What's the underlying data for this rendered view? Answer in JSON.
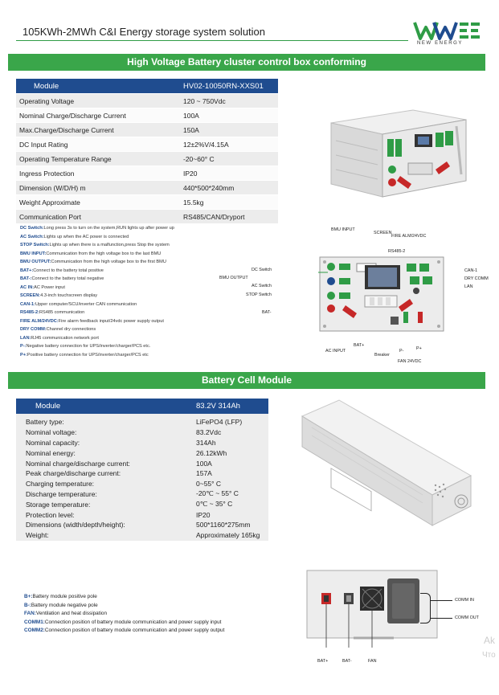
{
  "header": {
    "title": "105KWh-2MWh C&I Energy storage system solution",
    "logo_sub": "NEW ENERGY"
  },
  "section1": {
    "banner": "High Voltage Battery cluster control box conforming",
    "table": {
      "head": [
        "Module",
        "HV02-10050RN-XXS01"
      ],
      "rows": [
        [
          "Operating Voltage",
          "120 ~ 750Vdc"
        ],
        [
          "Nominal Charge/Discharge Current",
          "100A"
        ],
        [
          "Max.Charge/Discharge Current",
          "150A"
        ],
        [
          "DC Input Rating",
          "12±2%V/4.15A"
        ],
        [
          "Operating Temperature Range",
          "-20~60° C"
        ],
        [
          "Ingress Protection",
          "IP20"
        ],
        [
          "Dimension (W/D/H) m",
          "440*500*240mm"
        ],
        [
          "Weight Approximate",
          "15.5kg"
        ],
        [
          "Communication Port",
          "RS485/CAN/Dryport"
        ]
      ]
    },
    "legend": [
      {
        "key": "DC Switch:",
        "text": "Long press 3s to turn on the system,RUN lights up after power up"
      },
      {
        "key": "AC Switch:",
        "text": "Lights up when the AC power is connected"
      },
      {
        "key": "STOP Switch:",
        "text": "Lights up when there is a malfunction,press Stop the system"
      },
      {
        "key": "BMU INPUT:",
        "text": "Communication from the high voltage box to the last BMU"
      },
      {
        "key": "BMU OUTPUT:",
        "text": "Communication from the high voltage box to the first BMU"
      },
      {
        "key": "BAT+:",
        "text": "Connect to the battery total positive"
      },
      {
        "key": "BAT-:",
        "text": "Connect to the battery total negative"
      },
      {
        "key": "AC IN:",
        "text": "AC Power input"
      },
      {
        "key": "SCREEN:",
        "text": "4.3-inch touchscreen display"
      },
      {
        "key": "CAN-1:",
        "text": "Upper computer/SCU/inverter CAN communication"
      },
      {
        "key": "RS485-2:",
        "text": "RS485 communication"
      },
      {
        "key": "FIRE ALM/24VDC:",
        "text": "Fire alarm feedback input/24vdc power supply output"
      },
      {
        "key": "DRY COMM:",
        "text": "Channel dry connections"
      },
      {
        "key": "LAN:",
        "text": "RJ45 communication network port"
      },
      {
        "key": "P-:",
        "text": "Negative battery connection for UPS/inverter/charger/PCS etc."
      },
      {
        "key": "P+:",
        "text": "Positive battery connection for UPS/inverter/charger/PCS etc"
      }
    ],
    "callouts": {
      "bmu_input": "BMU INPUT",
      "screen": "SCREEN",
      "fire_alm": "FIRE ALM/24VDC",
      "rs485": "RS485-2",
      "can1": "CAN-1",
      "dry_comm": "DRY COMM",
      "lan": "LAN",
      "dc_switch": "DC Switch",
      "bmu_output": "BMU OUTPUT",
      "ac_switch": "AC Switch",
      "stop_switch": "STOP Switch",
      "bat_minus": "BAT-",
      "bat_plus": "BAT+",
      "ac_input": "AC INPUT",
      "breaker": "Breaker",
      "p_minus": "P-",
      "p_plus": "P+",
      "fan": "FAN 24VDC"
    }
  },
  "section2": {
    "banner": "Battery Cell Module",
    "table": {
      "head": [
        "Module",
        "83.2V 314Ah"
      ],
      "rows": [
        [
          "Battery type:",
          "LiFePO4 (LFP)"
        ],
        [
          "Nominal voltage:",
          "83.2Vdc"
        ],
        [
          "Nominal capacity:",
          "314Ah"
        ],
        [
          "Nominal energy:",
          "26.12kWh"
        ],
        [
          "Nominal charge/discharge current:",
          "100A"
        ],
        [
          "Peak charge/discharge current:",
          "157A"
        ],
        [
          "Charging temperature:",
          "0~55° C"
        ],
        [
          "Discharge temperature:",
          "-20℃ ~ 55° C"
        ],
        [
          "Storage temperature:",
          "0℃ ~ 35° C"
        ],
        [
          "Protection level:",
          "IP20"
        ],
        [
          "Dimensions (width/depth/height):",
          "500*1160*275mm"
        ],
        [
          "Weight:",
          "Approximately 165kg"
        ]
      ]
    },
    "legend": [
      {
        "key": "B+:",
        "text": "Battery module positive pole"
      },
      {
        "key": "B-:",
        "text": "Battery module negative pole"
      },
      {
        "key": "FAN:",
        "text": "Ventilation and heat dissipation"
      },
      {
        "key": "COMM1:",
        "text": "Connection position of battery module communication and power supply input"
      },
      {
        "key": "COMM2:",
        "text": "Connection position of battery module communication and power supply output"
      }
    ],
    "callouts": {
      "comm_in": "COMM IN",
      "comm_out": "COMM OUT",
      "bat_plus": "BAT+",
      "bat_minus": "BAT-",
      "fan": "FAN"
    }
  },
  "watermark": [
    "Ak",
    "Что"
  ]
}
